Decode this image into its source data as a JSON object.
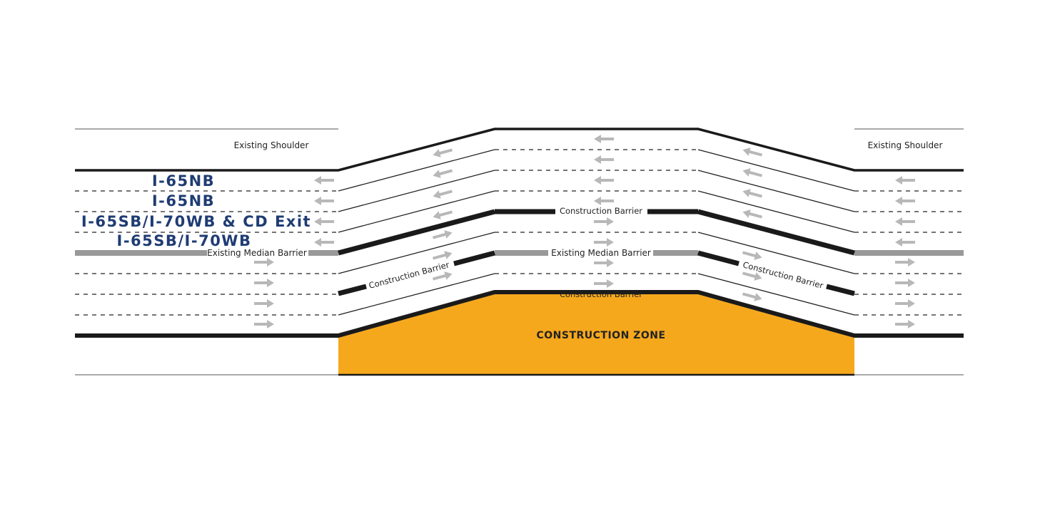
{
  "labels": {
    "existing_shoulder": "Existing Shoulder",
    "existing_median_barrier": "Existing Median Barrier",
    "construction_barrier": "Construction Barrier",
    "construction_zone": "CONSTRUCTION ZONE"
  },
  "routes": [
    "I-65NB",
    "I-65NB",
    "I-65SB/I-70WB & CD Exit",
    "I-65SB/I-70WB"
  ],
  "colors": {
    "construction_zone": "#f6a81d",
    "existing_barrier": "#999999",
    "construction_barrier": "#1a1a1a",
    "arrow": "#b8b8b8",
    "route_label": "#1f3c73"
  },
  "icons": {
    "westbound": "arrow-left-icon",
    "eastbound": "arrow-right-icon"
  }
}
